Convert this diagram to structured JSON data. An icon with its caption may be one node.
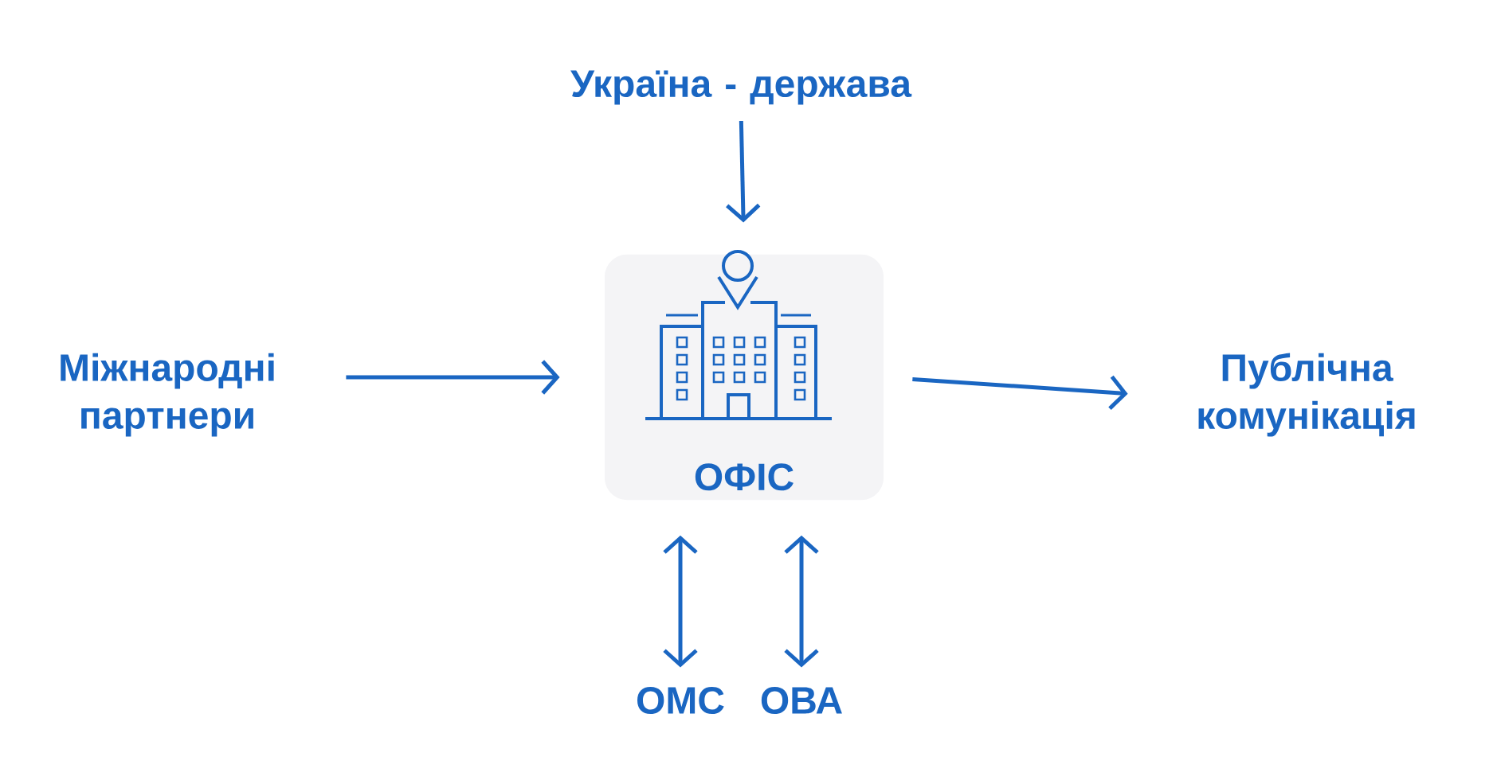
{
  "diagram": {
    "nodes": [
      {
        "text": [
          "Україна - держава"
        ]
      },
      {
        "text": [
          "Міжнародні партнери"
        ]
      },
      {
        "text": [
          "ОФІС"
        ]
      },
      {
        "text": [
          "Публічна комунікація"
        ]
      },
      {
        "text": [
          "ОМС"
        ]
      },
      {
        "text": [
          "ОВА"
        ]
      }
    ],
    "edges": [
      {
        "from": 0,
        "to": 2,
        "arrow": "to"
      },
      {
        "from": 1,
        "to": 2,
        "arrow": "to"
      },
      {
        "from": 2,
        "to": 3,
        "arrow": "to"
      },
      {
        "from": 4,
        "to": 2,
        "arrow": "both"
      },
      {
        "from": 5,
        "to": 2,
        "arrow": "both"
      }
    ]
  }
}
